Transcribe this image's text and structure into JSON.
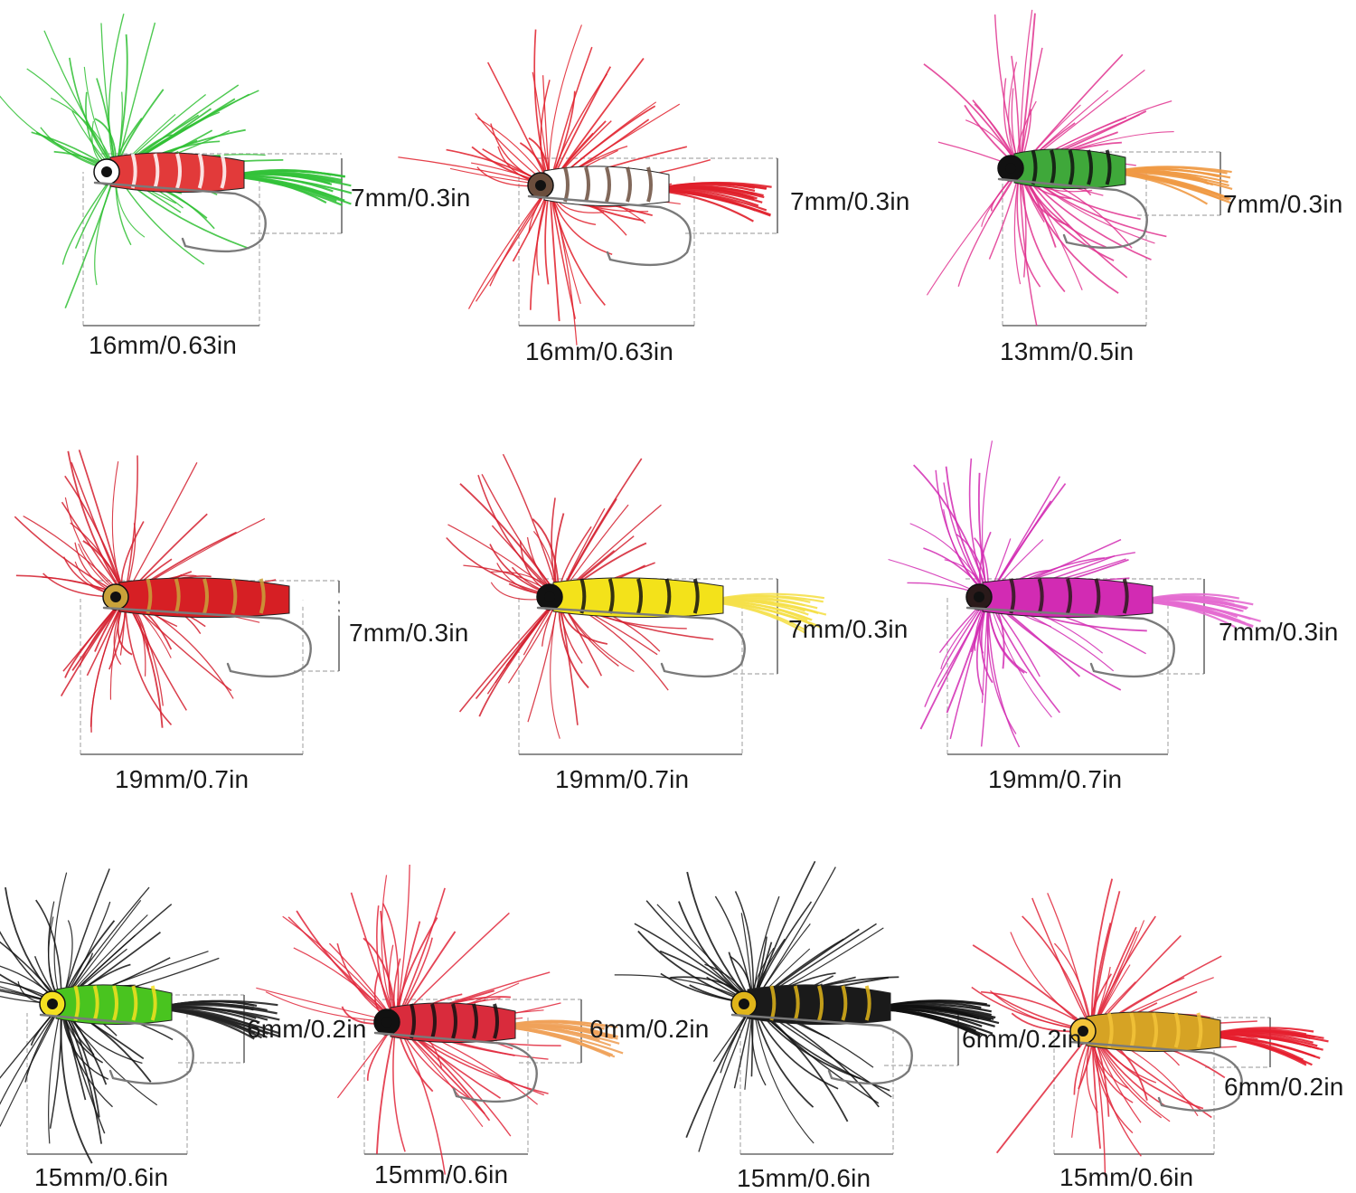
{
  "flies": [
    {
      "width_label": "16mm/0.63in",
      "height_label": "7mm/0.3in",
      "colors": {
        "hackle": "#2fbf32",
        "body": "#e23a3a",
        "tail": "#33c23a",
        "accent": "#ffffff"
      }
    },
    {
      "width_label": "16mm/0.63in",
      "height_label": "7mm/0.3in",
      "colors": {
        "hackle": "#e01f2a",
        "body": "#ffffff",
        "tail": "#e01f2a",
        "accent": "#6b4e3d"
      }
    },
    {
      "width_label": "13mm/0.5in",
      "height_label": "7mm/0.3in",
      "colors": {
        "hackle": "#e0338f",
        "body": "#3fa83a",
        "tail": "#f09a45",
        "accent": "#111111"
      }
    },
    {
      "width_label": "19mm/0.7in",
      "height_label": "7mm/0.3in",
      "colors": {
        "hackle": "#d41f2e",
        "body": "#d61f24",
        "tail": "#ffffff",
        "accent": "#c9a23a"
      }
    },
    {
      "width_label": "19mm/0.7in",
      "height_label": "7mm/0.3in",
      "colors": {
        "hackle": "#d41f2e",
        "body": "#f3e21a",
        "tail": "#f5e04a",
        "accent": "#111111"
      }
    },
    {
      "width_label": "19mm/0.7in",
      "height_label": "7mm/0.3in",
      "colors": {
        "hackle": "#d22bb3",
        "body": "#d22bb3",
        "tail": "#e46bd0",
        "accent": "#2a1a1a"
      }
    },
    {
      "width_label": "15mm/0.6in",
      "height_label": "6mm/0.2in",
      "colors": {
        "hackle": "#111111",
        "body": "#49c41f",
        "tail": "#222222",
        "accent": "#f4e020"
      }
    },
    {
      "width_label": "15mm/0.6in",
      "height_label": "6mm/0.2in",
      "colors": {
        "hackle": "#e0263a",
        "body": "#d92b3c",
        "tail": "#f0a25a",
        "accent": "#111111"
      }
    },
    {
      "width_label": "15mm/0.6in",
      "height_label": "6mm/0.2in",
      "colors": {
        "hackle": "#111111",
        "body": "#1a1a1a",
        "tail": "#111111",
        "accent": "#e0b51a"
      }
    },
    {
      "width_label": "15mm/0.6in",
      "height_label": "6mm/0.2in",
      "colors": {
        "hackle": "#e0263a",
        "body": "#d6a324",
        "tail": "#e61e2e",
        "accent": "#f3c43a"
      }
    }
  ]
}
